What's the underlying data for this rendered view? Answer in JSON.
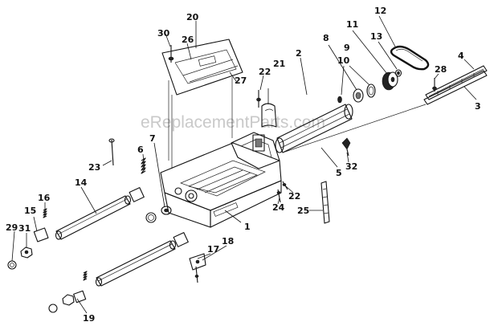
{
  "watermark": "eReplacementParts.com",
  "callouts": [
    "1",
    "2",
    "3",
    "4",
    "5",
    "6",
    "7",
    "8",
    "9",
    "10",
    "11",
    "12",
    "13",
    "14",
    "15",
    "16",
    "17",
    "18",
    "19",
    "20",
    "21",
    "22",
    "22",
    "23",
    "24",
    "25",
    "26",
    "27",
    "28",
    "29",
    "30",
    "31",
    "32"
  ]
}
